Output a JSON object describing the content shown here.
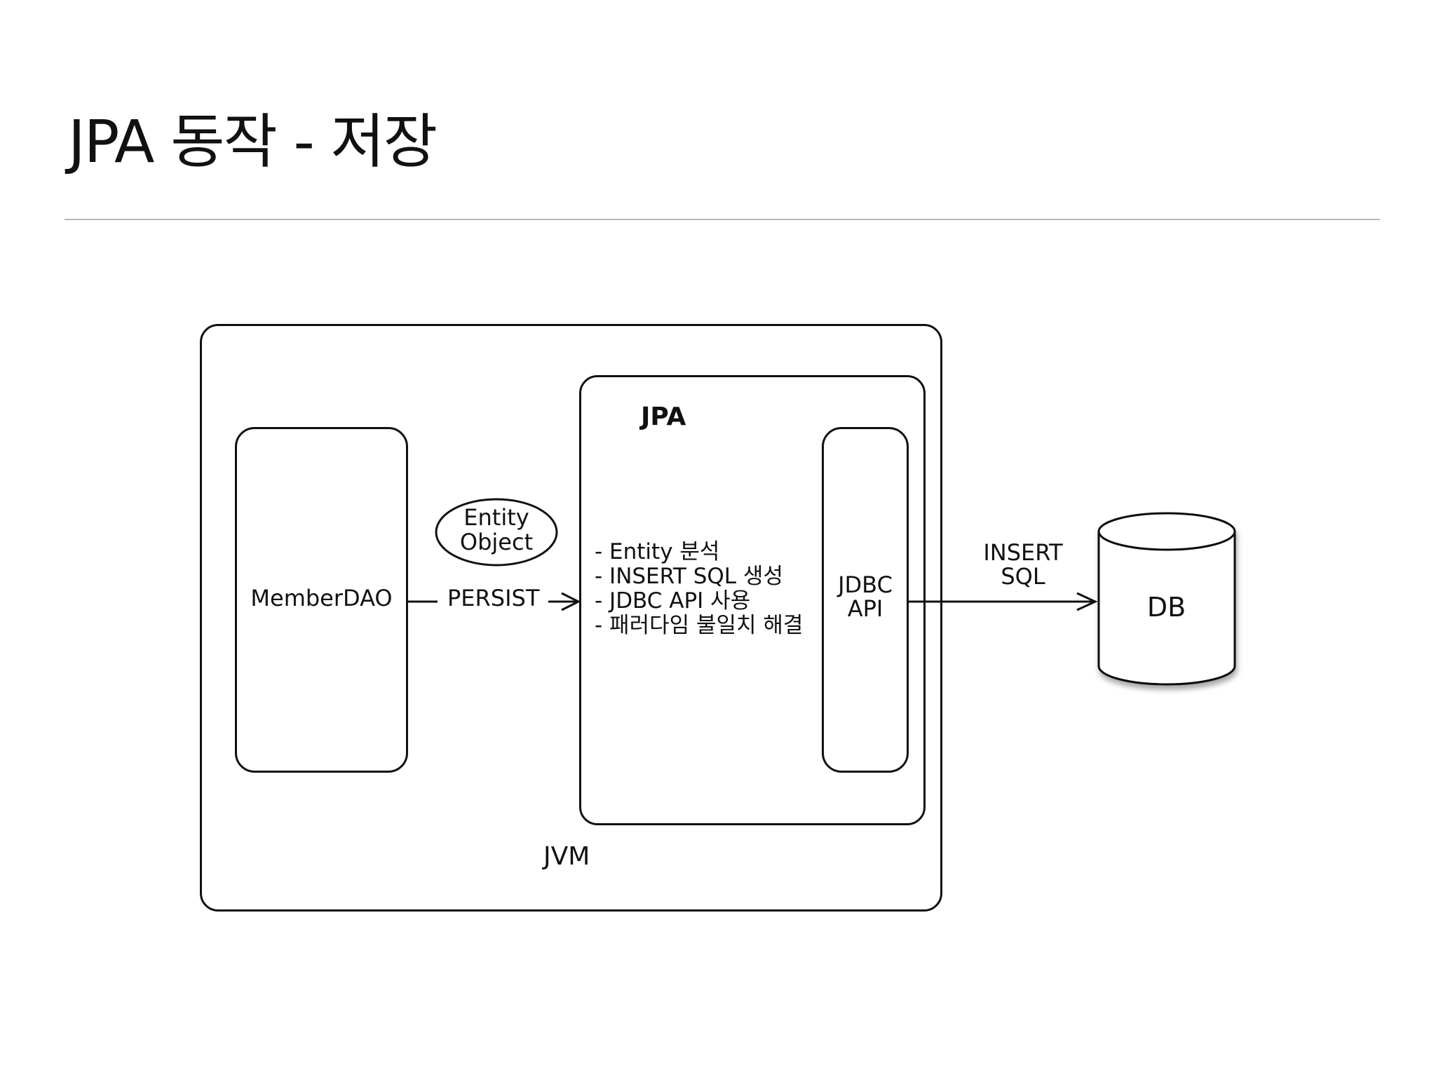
{
  "title": "JPA 동작 - 저장",
  "diagram": {
    "jvm": {
      "label": "JVM"
    },
    "member_dao": {
      "label": "MemberDAO"
    },
    "entity_object": {
      "line1": "Entity",
      "line2": "Object"
    },
    "persist": {
      "label": "PERSIST"
    },
    "jpa": {
      "title": "JPA",
      "features": [
        "Entity 분석",
        "INSERT SQL 생성",
        "JDBC API 사용",
        "패러다임 불일치 해결"
      ]
    },
    "jdbc_api": {
      "line1": "JDBC",
      "line2": "API"
    },
    "insert_sql": {
      "line1": "INSERT",
      "line2": "SQL"
    },
    "db": {
      "label": "DB"
    }
  }
}
